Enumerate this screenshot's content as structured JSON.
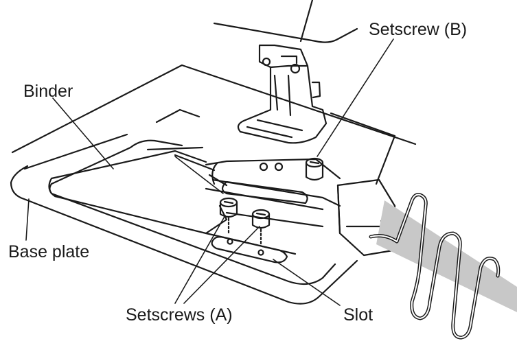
{
  "diagram": {
    "labels": {
      "binder": "Binder",
      "setscrew_b": "Setscrew (B)",
      "base_plate": "Base plate",
      "setscrews_a": "Setscrews (A)",
      "slot": "Slot"
    },
    "colors": {
      "line": "#1a1a1a",
      "tape": "#c8c8c8",
      "background": "#ffffff"
    },
    "icons": {
      "presser_foot": "presser-foot-icon",
      "binder_attachment": "binder-attachment-icon",
      "bias_tape": "bias-tape-icon"
    }
  }
}
